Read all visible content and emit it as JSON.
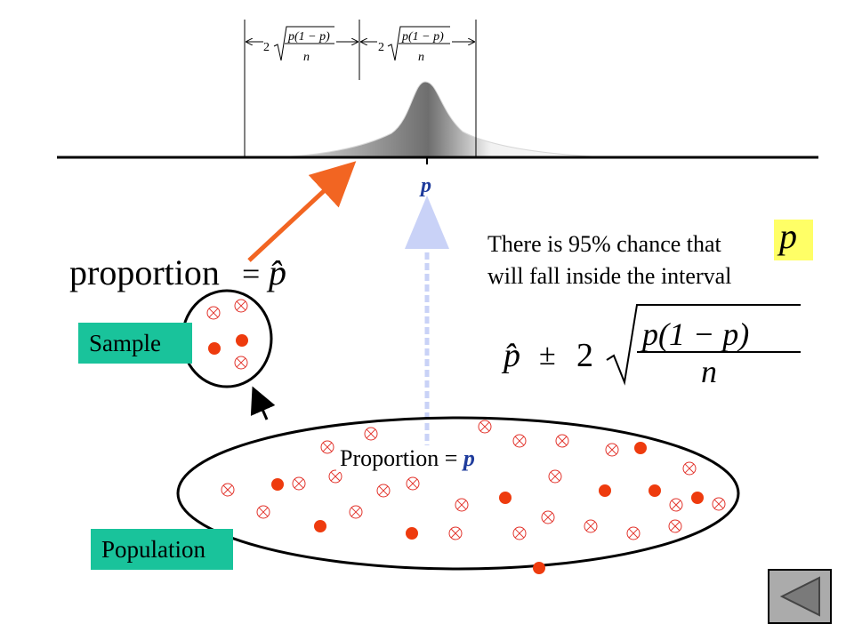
{
  "axis": {
    "center_label": "p"
  },
  "interval_half_width": {
    "coef": "2",
    "num": "p(1 − p)",
    "den": "n"
  },
  "sample": {
    "label": "Sample",
    "formula_word": "proportion",
    "formula_eq": "=",
    "formula_symbol": "p̂"
  },
  "population": {
    "label": "Population",
    "proportion_text": "Proportion =",
    "proportion_symbol": "p"
  },
  "statement": {
    "line1": "There is 95% chance that",
    "line2": "will fall inside the interval",
    "symbol": "p"
  },
  "ci_formula": {
    "center": "p̂",
    "pm": "±",
    "coef": "2",
    "num": "p(1 − p)",
    "den": "n"
  },
  "nav": {
    "label": "back"
  },
  "colors": {
    "dot": "#ee3b0e",
    "arrow": "#f26522",
    "teal": "#19c39b",
    "highlight": "#ffff66",
    "p_blue": "#1f3c9c"
  }
}
